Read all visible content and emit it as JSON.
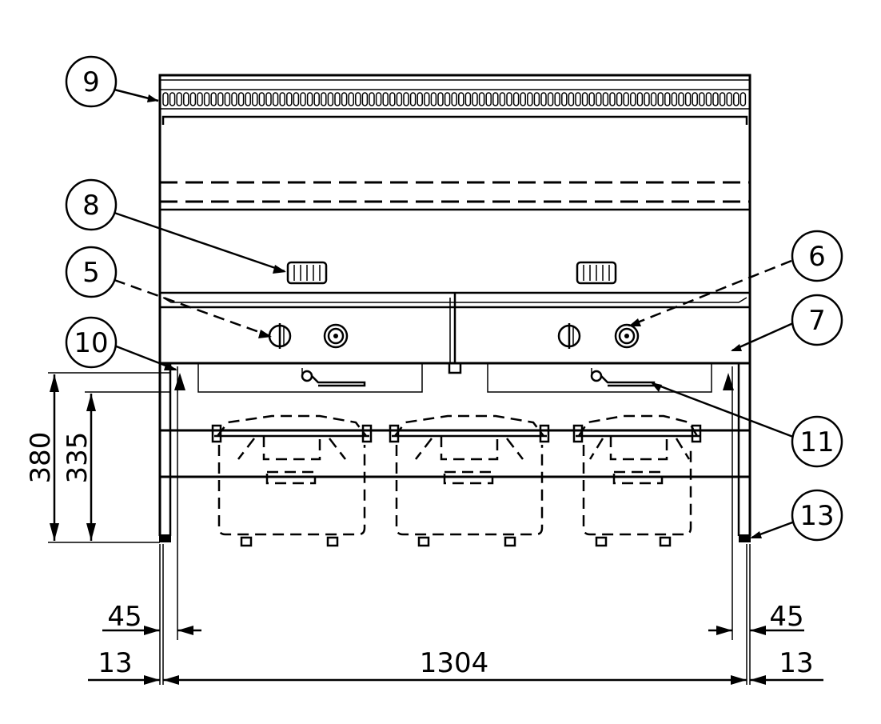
{
  "callouts": {
    "c9": "9",
    "c8": "8",
    "c5": "5",
    "c6": "6",
    "c7": "7",
    "c10": "10",
    "c11": "11",
    "c13": "13"
  },
  "dimensions": {
    "overall_width": "1304",
    "left_outer_offset": "13",
    "right_outer_offset": "13",
    "left_leg_width": "45",
    "right_leg_width": "45",
    "height_outer": "380",
    "height_inner": "335"
  }
}
